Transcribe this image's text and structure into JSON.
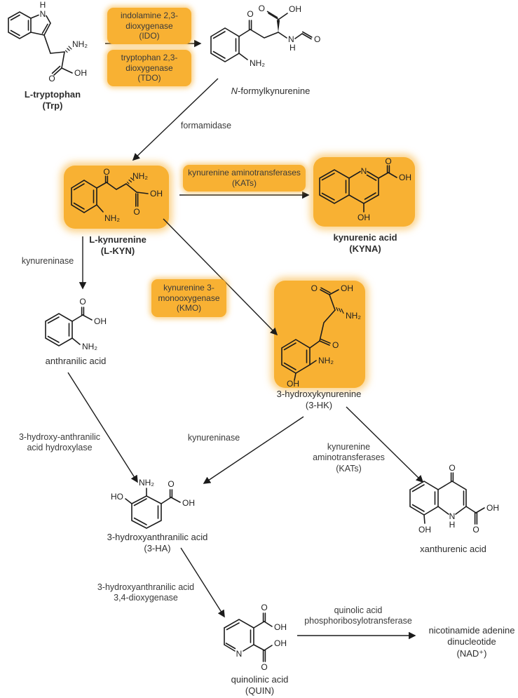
{
  "colors": {
    "highlight": "#F8B133",
    "glow": "rgba(248,177,51,0.55)",
    "line": "#1c1c1c",
    "text": "#333333"
  },
  "nodes": {
    "trp": {
      "label": "L-tryptophan\n(Trp)"
    },
    "nfk": {
      "label_prefix": "N",
      "label_rest": "-formylkynurenine"
    },
    "lkyn": {
      "label": "L-kynurenine\n(L-KYN)"
    },
    "kyna": {
      "label": "kynurenic acid\n(KYNA)"
    },
    "aa": {
      "label": "anthranilic acid"
    },
    "hk": {
      "label": "3-hydroxykynurenine\n(3-HK)"
    },
    "ha": {
      "label": "3-hydroxyanthranilic acid\n(3-HA)"
    },
    "xa": {
      "label": "xanthurenic acid"
    },
    "quin": {
      "label": "quinolinic acid\n(QUIN)"
    },
    "nad": {
      "label": "nicotinamide adenine\ndinucleotide\n(NAD⁺)"
    }
  },
  "enzymes": {
    "ido": "indolamine 2,3-\ndioxygenase\n(IDO)",
    "tdo": "tryptophan 2,3-\ndioxygenase\n(TDO)",
    "formamidase": "formamidase",
    "kats_top": "kynurenine aminotransferases\n(KATs)",
    "kynureninase_left": "kynureninase",
    "kmo": "kynurenine 3-\nmonooxygenase\n(KMO)",
    "haa_hydroxylase": "3-hydroxy-anthranilic\nacid hydroxylase",
    "kynureninase_mid": "kynureninase",
    "kats_right": "kynurenine\naminotransferases\n(KATs)",
    "haa_dioxygenase": "3-hydroxyanthranilic acid\n3,4-dioxygenase",
    "qprt": "quinolic acid\nphosphoribosylotransferase"
  },
  "atoms": {
    "trp": {
      "h": "H",
      "n": "N",
      "nh2": "NH₂",
      "o": "O",
      "oh": "OH"
    },
    "nfk": {
      "o_ketone": "O",
      "o_acid": "O",
      "oh": "OH",
      "nh2": "NH₂",
      "n": "N",
      "h": "H",
      "o_formyl": "O"
    },
    "lkyn": {
      "o_ketone": "O",
      "nh2_top": "NH₂",
      "oh": "OH",
      "o_acid": "O",
      "nh2_ring": "NH₂"
    },
    "kyna": {
      "n": "N",
      "o": "O",
      "oh_acid": "OH",
      "oh_ring": "OH"
    },
    "aa": {
      "o": "O",
      "oh": "OH",
      "nh2": "NH₂"
    },
    "hk": {
      "o_acid": "O",
      "oh_acid": "OH",
      "nh2_chain": "NH₂",
      "o_ketone": "O",
      "nh2_ring": "NH₂",
      "oh_ring": "OH"
    },
    "ha": {
      "nh2": "NH₂",
      "ho": "HO",
      "o": "O",
      "oh": "OH"
    },
    "xa": {
      "o_ketone": "O",
      "n": "N",
      "h": "H",
      "oh_acid": "OH",
      "o_acid": "O",
      "oh_ring": "OH"
    },
    "quin": {
      "o_top": "O",
      "oh_top": "OH",
      "oh_right": "OH",
      "o_bottom": "O",
      "n": "N"
    }
  }
}
